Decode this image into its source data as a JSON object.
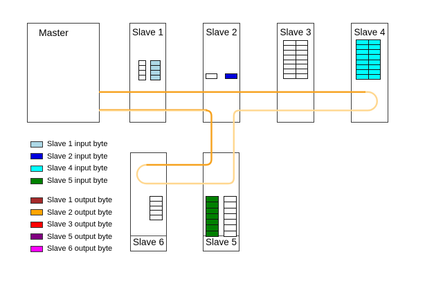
{
  "diagram": {
    "master": {
      "label": "Master"
    },
    "slaves": [
      {
        "label": "Slave 1"
      },
      {
        "label": "Slave 2"
      },
      {
        "label": "Slave 3"
      },
      {
        "label": "Slave 4"
      },
      {
        "label": "Slave 5"
      },
      {
        "label": "Slave 6"
      }
    ],
    "colors": {
      "line_dark": "#F6A21F",
      "line_light": "#FFD78F",
      "box_border": "#3d3d3d"
    },
    "tables": {
      "slave1_frame": {
        "rows": 4,
        "cols": 1,
        "fill": "#FFFFFF"
      },
      "slave1_input": {
        "rows": 4,
        "cols": 1,
        "fill": "#ADD8E6"
      },
      "slave2_frame": {
        "rows": 1,
        "cols": 1,
        "fill": "#FFFFFF"
      },
      "slave2_input": {
        "rows": 1,
        "cols": 1,
        "fill": "#0000DC"
      },
      "slave3_frame": {
        "rows": 8,
        "cols": 2,
        "fill": "#FFFFFF"
      },
      "slave4_input": {
        "rows": 8,
        "cols": 2,
        "fill": "#00FFFF"
      },
      "slave6_frame": {
        "rows": 5,
        "cols": 1,
        "fill": "#FFFFFF"
      },
      "slave5_input": {
        "rows": 7,
        "cols": 1,
        "fill": "#008000"
      },
      "slave5_frame": {
        "rows": 7,
        "cols": 1,
        "fill": "#FFFFFF"
      }
    }
  },
  "legend": {
    "items": [
      {
        "label": "Slave 1 input byte",
        "color": "#ADD8E6"
      },
      {
        "label": "Slave 2 input byte",
        "color": "#0000DC"
      },
      {
        "label": "Slave 4 input byte",
        "color": "#00FFFF"
      },
      {
        "label": "Slave 5 input byte",
        "color": "#008000"
      },
      {
        "label": "Slave 1 output byte",
        "color": "#A52A2A"
      },
      {
        "label": "Slave 2 output byte",
        "color": "#FFA500"
      },
      {
        "label": "Slave 3 output byte",
        "color": "#FF0000"
      },
      {
        "label": "Slave 5 output byte",
        "color": "#800080"
      },
      {
        "label": "Slave 6 output byte",
        "color": "#FF00FF"
      }
    ]
  }
}
